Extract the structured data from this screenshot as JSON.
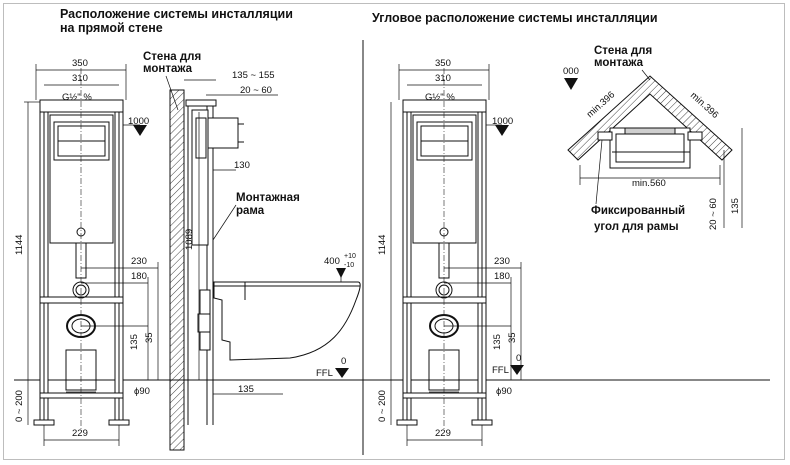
{
  "headers": {
    "straight_line1": "Расположение  системы инсталляции",
    "straight_line2": "на прямой  стене",
    "corner": "Угловое расположение системы инсталляции"
  },
  "labels": {
    "wall_line1": "Стена для",
    "wall_line2": "монтажа",
    "frame_line1": "Монтажная",
    "frame_line2": "рама",
    "corner_wall_line1": "Стена для",
    "corner_wall_line2": "монтажа",
    "fixed_line1": "Фиксированный",
    "fixed_line2": "угол для рамы",
    "ffl": "FFL"
  },
  "dimensions": {
    "w350": "350",
    "w310": "310",
    "pipe": "G½\" %",
    "h1000": "1000",
    "h1144": "1144",
    "h1089": "1089",
    "d135_155": "135 ~ 155",
    "d20_60": "20 ~ 60",
    "d130": "130",
    "d230": "230",
    "d180": "180",
    "d135": "135",
    "d35": "35",
    "d400": "400",
    "d400_tol_upper": "+10",
    "d400_tol_lower": "-10",
    "zero": "0",
    "zero_corner": "000",
    "d0_200": "0 ~ 200",
    "phi90": "ϕ90",
    "d229": "229",
    "min396_left": "min.396",
    "min396_right": "min.396",
    "min560": "min.560",
    "d20_60_corner": "20 ~ 60",
    "d135_corner": "135"
  }
}
